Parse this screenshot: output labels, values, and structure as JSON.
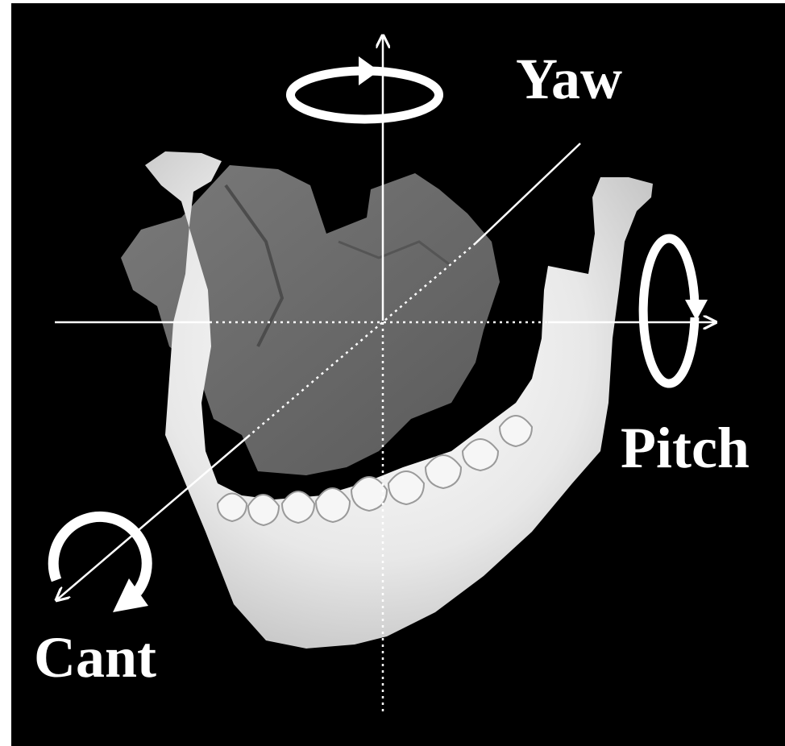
{
  "labels": {
    "yaw": "Yaw",
    "pitch": "Pitch",
    "cant": "Cant"
  },
  "colors": {
    "background": "#000000",
    "axis": "#ffffff",
    "bone_mandible": "#ececec",
    "bone_maxilla": "#6e6e6e"
  },
  "icons": {
    "yaw_rotation": "rotation-arrow-horizontal-ellipse",
    "pitch_rotation": "rotation-arrow-vertical-ellipse",
    "cant_rotation": "rotation-arrow-circular"
  }
}
